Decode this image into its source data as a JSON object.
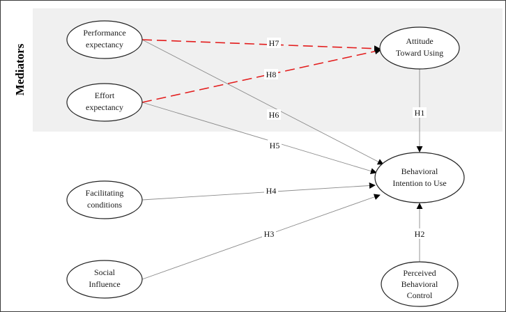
{
  "mediators_label": "Mediators",
  "colors": {
    "mediator_band": "#f0f0f0",
    "node_fill": "#ffffff",
    "node_stroke": "#222222",
    "edge_solid": "#8a8a8a",
    "edge_dashed": "#e31b1b",
    "arrowhead": "#000000"
  },
  "nodes": {
    "performance_expectancy": [
      "Performance",
      "expectancy"
    ],
    "effort_expectancy": [
      "Effort",
      "expectancy"
    ],
    "facilitating_conditions": [
      "Facilitating",
      "conditions"
    ],
    "social_influence": [
      "Social",
      "Influence"
    ],
    "attitude_toward_using": [
      "Attitude",
      "Toward Using"
    ],
    "behavioral_intention": [
      "Behavioral",
      "Intention to Use"
    ],
    "perceived_behavioral_control": [
      "Perceived",
      "Behavioral",
      "Control"
    ]
  },
  "edges": [
    {
      "id": "H1",
      "label": "H1",
      "from": "attitude_toward_using",
      "to": "behavioral_intention",
      "style": "solid"
    },
    {
      "id": "H2",
      "label": "H2",
      "from": "perceived_behavioral_control",
      "to": "behavioral_intention",
      "style": "solid"
    },
    {
      "id": "H3",
      "label": "H3",
      "from": "social_influence",
      "to": "behavioral_intention",
      "style": "solid"
    },
    {
      "id": "H4",
      "label": "H4",
      "from": "facilitating_conditions",
      "to": "behavioral_intention",
      "style": "solid"
    },
    {
      "id": "H5",
      "label": "H5",
      "from": "effort_expectancy",
      "to": "behavioral_intention",
      "style": "solid"
    },
    {
      "id": "H6",
      "label": "H6",
      "from": "performance_expectancy",
      "to": "behavioral_intention",
      "style": "solid"
    },
    {
      "id": "H7",
      "label": "H7",
      "from": "performance_expectancy",
      "to": "attitude_toward_using",
      "style": "dashed"
    },
    {
      "id": "H8",
      "label": "H8",
      "from": "effort_expectancy",
      "to": "attitude_toward_using",
      "style": "dashed"
    }
  ]
}
